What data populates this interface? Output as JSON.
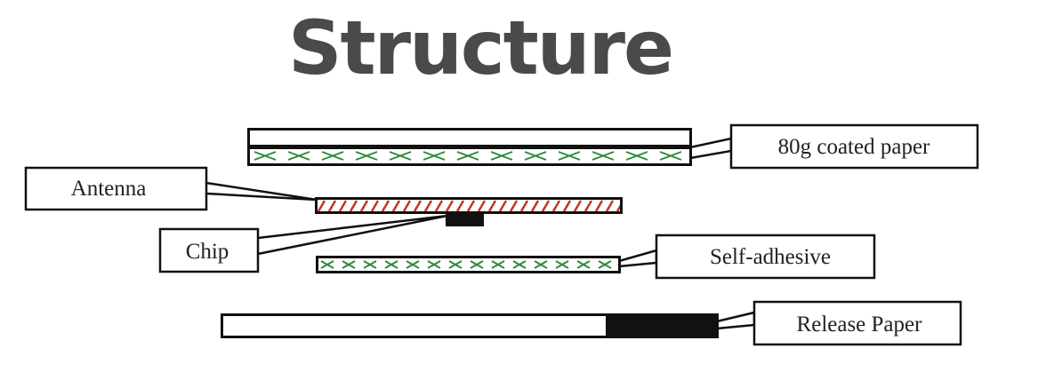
{
  "title": "Structure",
  "layers": {
    "coated_paper": "80g coated paper",
    "antenna": "Antenna",
    "chip": "Chip",
    "self_adhesive": "Self-adhesive",
    "release_paper": "Release Paper"
  },
  "colors": {
    "title": "#4a4a4a",
    "outline": "#111111",
    "adhesive_cross": "#2e8b3a",
    "antenna_hatch": "#c8302c",
    "fill_dark": "#111111"
  }
}
